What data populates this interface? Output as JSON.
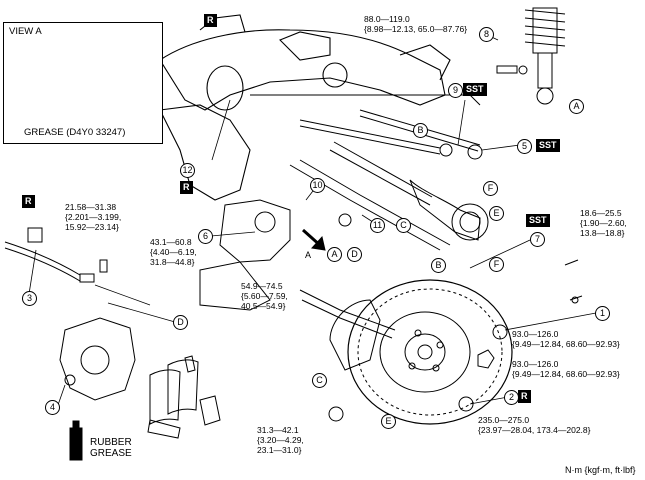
{
  "view_a": {
    "title": "VIEW A",
    "grease_label": "GREASE (D4Y0 33247)"
  },
  "units": "N·m {kgf·m, ft·lbf}",
  "rubber_grease": "RUBBER\nGREASE",
  "sst": "SST",
  "r_tag": "R",
  "view_arrow_letter": "A",
  "torques": {
    "t8": [
      "88.0—119.0",
      "{8.98—12.13, 65.0—87.76}"
    ],
    "t3": [
      "21.58—31.38",
      "{2.201—3.199,",
      "15.92—23.14}"
    ],
    "t6": [
      "43.1—60.8",
      "{4.40—6.19,",
      "31.8—44.8}"
    ],
    "t_mid": [
      "54.9—74.5",
      "{5.60—7.59,",
      "40.5—54.9}"
    ],
    "t_right": [
      "18.6—25.5",
      "{1.90—2.60,",
      "13.8—18.8}"
    ],
    "t1": [
      "93.0—126.0",
      "{9.49—12.84, 68.60—92.93}"
    ],
    "t1b": [
      "93.0—126.0",
      "{9.49—12.84, 68.60—92.93}"
    ],
    "t2": [
      "235.0—275.0",
      "{23.97—28.04, 173.4—202.8}"
    ],
    "tC": [
      "31.3—42.1",
      "{3.20—4.29,",
      "23.1—31.0}"
    ]
  },
  "callouts": {
    "n1": "1",
    "n2": "2",
    "n3": "3",
    "n4": "4",
    "n5": "5",
    "n6": "6",
    "n7": "7",
    "n8": "8",
    "n9": "9",
    "n10": "10",
    "n11": "11",
    "n12": "12",
    "A1": "A",
    "A2": "A",
    "B1": "B",
    "B2": "B",
    "C1": "C",
    "C2": "C",
    "D1": "D",
    "D2": "D",
    "E1": "E",
    "E2": "E",
    "F1": "F",
    "F2": "F"
  }
}
